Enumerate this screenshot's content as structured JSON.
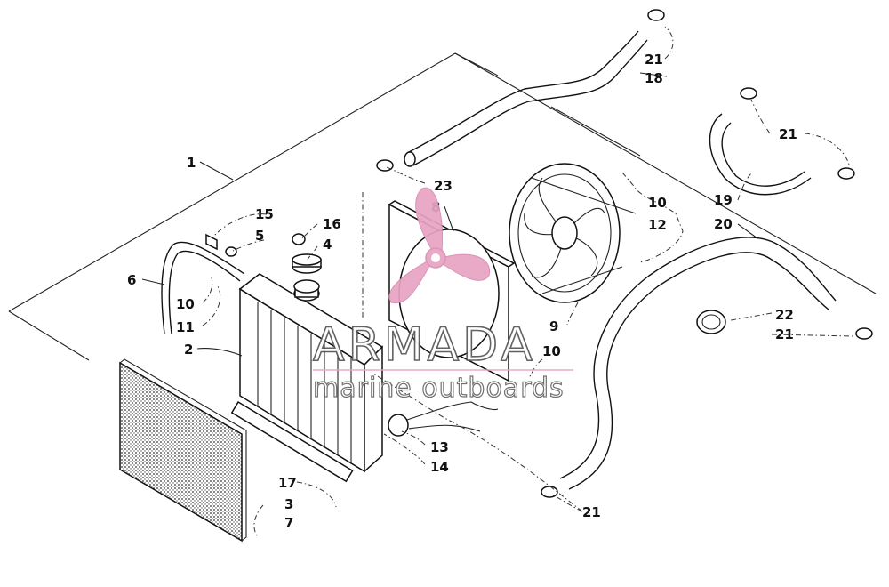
{
  "diagram": {
    "callouts": [
      {
        "id": "c1",
        "text": "1"
      },
      {
        "id": "c2",
        "text": "2"
      },
      {
        "id": "c3",
        "text": "3"
      },
      {
        "id": "c4",
        "text": "4"
      },
      {
        "id": "c5",
        "text": "5"
      },
      {
        "id": "c6",
        "text": "6"
      },
      {
        "id": "c7",
        "text": "7"
      },
      {
        "id": "c8",
        "text": "8"
      },
      {
        "id": "c9",
        "text": "9"
      },
      {
        "id": "c10a",
        "text": "10"
      },
      {
        "id": "c10b",
        "text": "10"
      },
      {
        "id": "c10c",
        "text": "10"
      },
      {
        "id": "c11",
        "text": "11"
      },
      {
        "id": "c12",
        "text": "12"
      },
      {
        "id": "c13",
        "text": "13"
      },
      {
        "id": "c14",
        "text": "14"
      },
      {
        "id": "c15",
        "text": "15"
      },
      {
        "id": "c16",
        "text": "16"
      },
      {
        "id": "c17",
        "text": "17"
      },
      {
        "id": "c18",
        "text": "18"
      },
      {
        "id": "c19",
        "text": "19"
      },
      {
        "id": "c20",
        "text": "20"
      },
      {
        "id": "c21a",
        "text": "21"
      },
      {
        "id": "c21b",
        "text": "21"
      },
      {
        "id": "c21c",
        "text": "21"
      },
      {
        "id": "c21d",
        "text": "21"
      },
      {
        "id": "c22",
        "text": "22"
      },
      {
        "id": "c23",
        "text": "23"
      }
    ],
    "watermark": {
      "brand": "ARMADA",
      "tagline": "marine outboards",
      "logo_icon": "propeller-icon",
      "logo_color": "#e8a3c4"
    }
  }
}
